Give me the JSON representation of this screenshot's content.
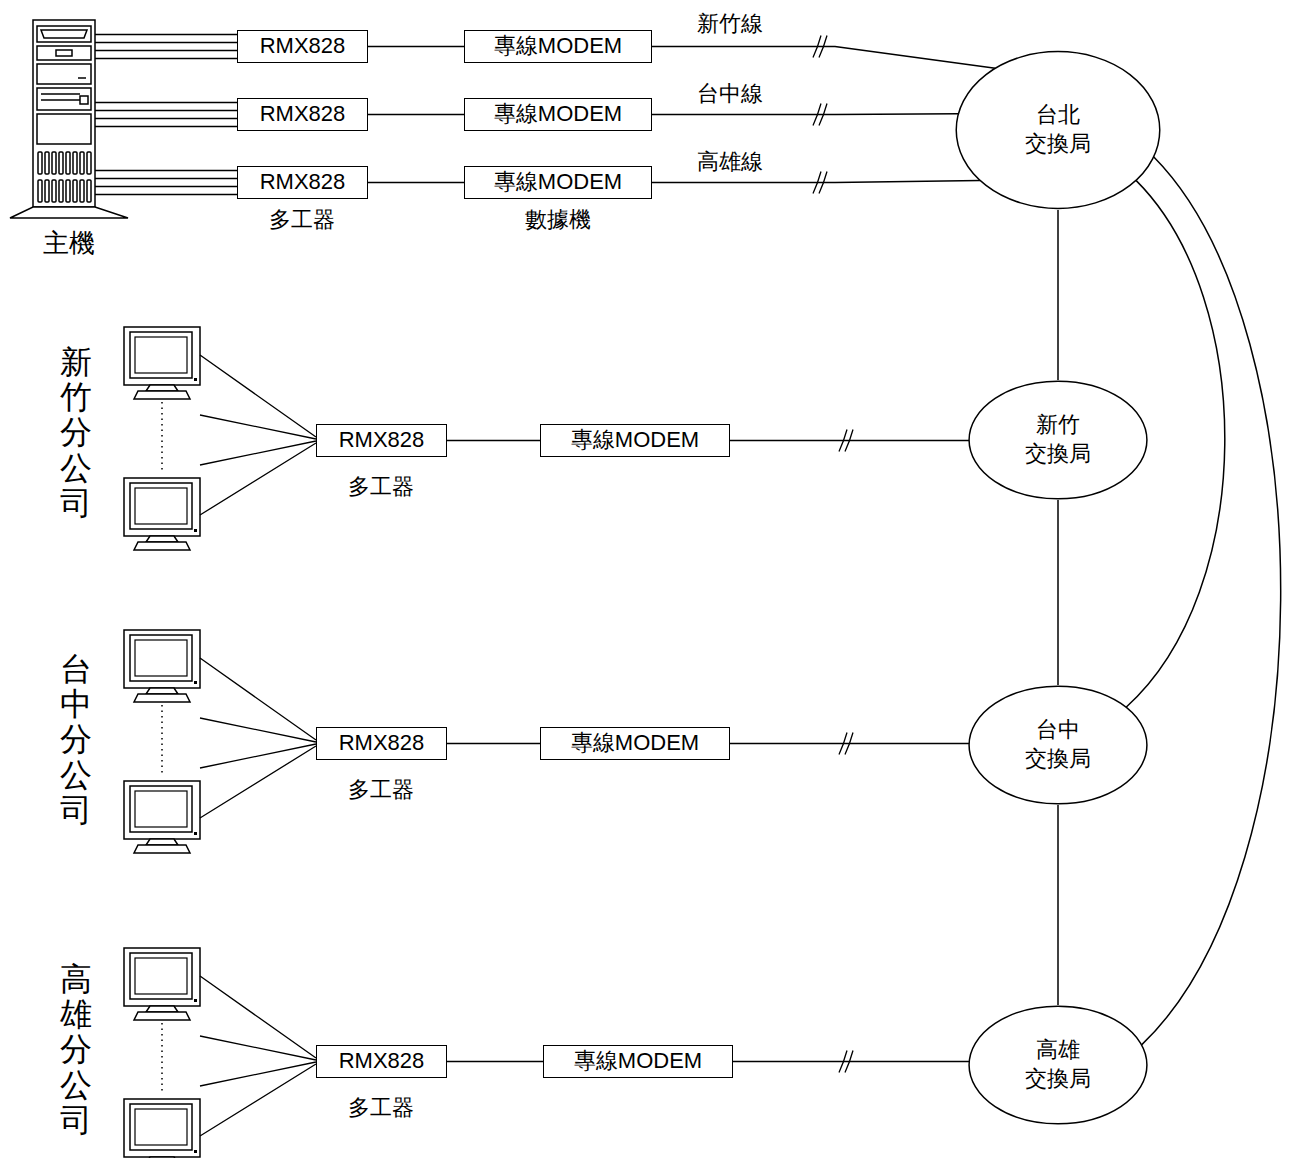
{
  "diagram": {
    "nodes": [
      {
        "text": [
          "主機"
        ]
      },
      {
        "text": [
          "RMX828"
        ]
      },
      {
        "text": [
          "RMX828"
        ]
      },
      {
        "text": [
          "RMX828"
        ]
      },
      {
        "text": [
          "專線MODEM"
        ]
      },
      {
        "text": [
          "專線MODEM"
        ]
      },
      {
        "text": [
          "專線MODEM"
        ]
      },
      {
        "text": [
          "台北 交換局"
        ]
      },
      {
        "text": [
          "RMX828"
        ]
      },
      {
        "text": [
          "專線MODEM"
        ]
      },
      {
        "text": [
          "新竹 交換局"
        ]
      },
      {
        "text": [
          "RMX828"
        ]
      },
      {
        "text": [
          "專線MODEM"
        ]
      },
      {
        "text": [
          "台中 交換局"
        ]
      },
      {
        "text": [
          "RMX828"
        ]
      },
      {
        "text": [
          "專線MODEM"
        ]
      },
      {
        "text": [
          "高雄 交換局"
        ]
      }
    ],
    "edges": [
      {
        "from": 0,
        "to": 1,
        "arrow": "none"
      },
      {
        "from": 0,
        "to": 2,
        "arrow": "none"
      },
      {
        "from": 0,
        "to": 3,
        "arrow": "none"
      },
      {
        "from": 1,
        "to": 4,
        "arrow": "none"
      },
      {
        "from": 2,
        "to": 5,
        "arrow": "none"
      },
      {
        "from": 3,
        "to": 6,
        "arrow": "none"
      },
      {
        "from": 4,
        "to": 7,
        "label": "新竹線",
        "arrow": "none"
      },
      {
        "from": 5,
        "to": 7,
        "label": "台中線",
        "arrow": "none"
      },
      {
        "from": 6,
        "to": 7,
        "label": "高雄線",
        "arrow": "none"
      },
      {
        "from": 8,
        "to": 9,
        "arrow": "none"
      },
      {
        "from": 9,
        "to": 10,
        "arrow": "none"
      },
      {
        "from": 11,
        "to": 12,
        "arrow": "none"
      },
      {
        "from": 12,
        "to": 13,
        "arrow": "none"
      },
      {
        "from": 14,
        "to": 15,
        "arrow": "none"
      },
      {
        "from": 15,
        "to": 16,
        "arrow": "none"
      },
      {
        "from": 7,
        "to": 10,
        "arrow": "none"
      },
      {
        "from": 10,
        "to": 13,
        "arrow": "none"
      },
      {
        "from": 13,
        "to": 16,
        "arrow": "none"
      },
      {
        "from": 7,
        "to": 13,
        "arrow": "none"
      },
      {
        "from": 7,
        "to": 16,
        "arrow": "none"
      }
    ],
    "labels": [
      "多工器",
      "數據機",
      "新竹分公司",
      "多工器",
      "台中分公司",
      "多工器",
      "高雄分公司",
      "多工器"
    ]
  }
}
